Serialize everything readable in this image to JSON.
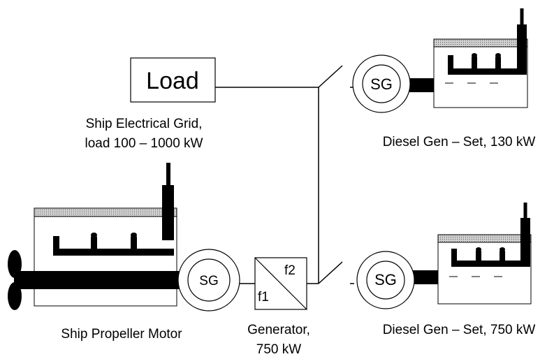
{
  "load_box": {
    "label": "Load"
  },
  "grid_label": {
    "line1": "Ship Electrical Grid,",
    "line2": "load 100 – 1000 kW"
  },
  "diesel_top": {
    "sg_label": "SG",
    "caption": "Diesel Gen – Set, 130 kW"
  },
  "diesel_bottom": {
    "sg_label": "SG",
    "caption": "Diesel Gen – Set, 750 kW"
  },
  "propulsion": {
    "sg_label": "SG",
    "caption": "Ship Propeller Motor"
  },
  "converter": {
    "f1": "f1",
    "f2": "f2",
    "caption_line1": "Generator,",
    "caption_line2": "750 kW"
  },
  "colors": {
    "line": "#000000",
    "background": "#ffffff",
    "hatch": "#b0b0b0"
  }
}
